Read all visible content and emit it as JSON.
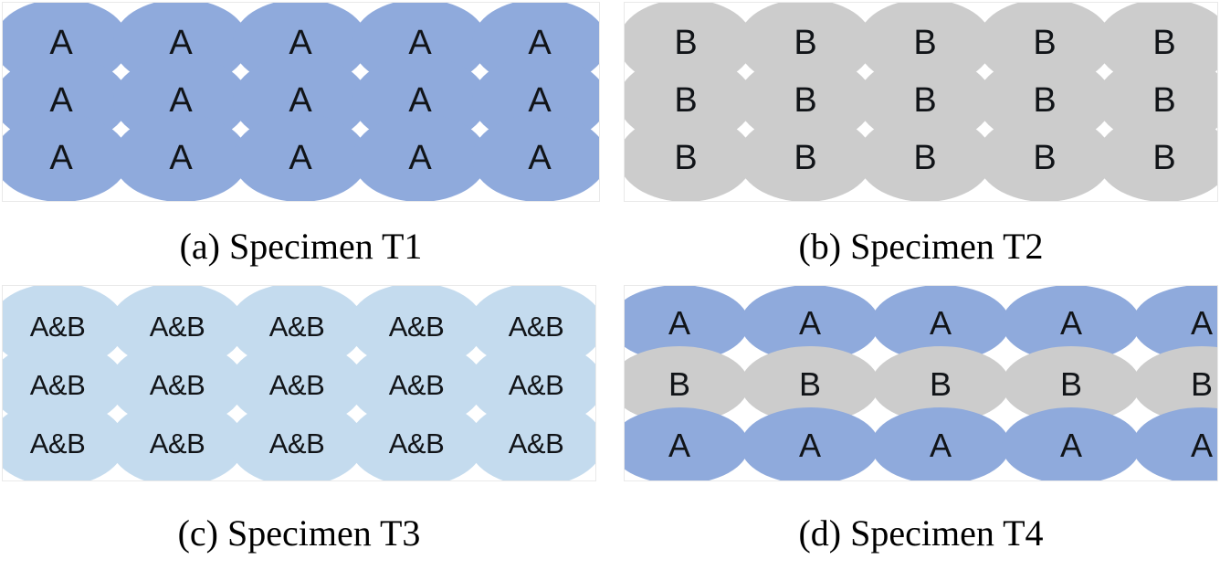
{
  "figure": {
    "panel_count": 4,
    "background_color": "#ffffff",
    "panel_border_color": "#e9e9e9"
  },
  "colors": {
    "blue": "#8FAADC",
    "gray": "#CCCCCC",
    "light_blue": "#C4DBEE",
    "text": "#111418"
  },
  "panels": [
    {
      "id": "a",
      "caption": "(a) Specimen T1",
      "columns": 5,
      "rows": 3,
      "layout": "overlapping-packed",
      "cells": [
        [
          {
            "label": "A",
            "color": "#8FAADC"
          },
          {
            "label": "A",
            "color": "#8FAADC"
          },
          {
            "label": "A",
            "color": "#8FAADC"
          },
          {
            "label": "A",
            "color": "#8FAADC"
          },
          {
            "label": "A",
            "color": "#8FAADC"
          }
        ],
        [
          {
            "label": "A",
            "color": "#8FAADC"
          },
          {
            "label": "A",
            "color": "#8FAADC"
          },
          {
            "label": "A",
            "color": "#8FAADC"
          },
          {
            "label": "A",
            "color": "#8FAADC"
          },
          {
            "label": "A",
            "color": "#8FAADC"
          }
        ],
        [
          {
            "label": "A",
            "color": "#8FAADC"
          },
          {
            "label": "A",
            "color": "#8FAADC"
          },
          {
            "label": "A",
            "color": "#8FAADC"
          },
          {
            "label": "A",
            "color": "#8FAADC"
          },
          {
            "label": "A",
            "color": "#8FAADC"
          }
        ]
      ]
    },
    {
      "id": "b",
      "caption": "(b) Specimen T2",
      "columns": 5,
      "rows": 3,
      "layout": "overlapping-packed",
      "cells": [
        [
          {
            "label": "B",
            "color": "#CCCCCC"
          },
          {
            "label": "B",
            "color": "#CCCCCC"
          },
          {
            "label": "B",
            "color": "#CCCCCC"
          },
          {
            "label": "B",
            "color": "#CCCCCC"
          },
          {
            "label": "B",
            "color": "#CCCCCC"
          }
        ],
        [
          {
            "label": "B",
            "color": "#CCCCCC"
          },
          {
            "label": "B",
            "color": "#CCCCCC"
          },
          {
            "label": "B",
            "color": "#CCCCCC"
          },
          {
            "label": "B",
            "color": "#CCCCCC"
          },
          {
            "label": "B",
            "color": "#CCCCCC"
          }
        ],
        [
          {
            "label": "B",
            "color": "#CCCCCC"
          },
          {
            "label": "B",
            "color": "#CCCCCC"
          },
          {
            "label": "B",
            "color": "#CCCCCC"
          },
          {
            "label": "B",
            "color": "#CCCCCC"
          },
          {
            "label": "B",
            "color": "#CCCCCC"
          }
        ]
      ]
    },
    {
      "id": "c",
      "caption": "(c) Specimen T3",
      "columns": 5,
      "rows": 3,
      "layout": "overlapping-packed",
      "cells": [
        [
          {
            "label": "A&B",
            "color": "#C4DBEE"
          },
          {
            "label": "A&B",
            "color": "#C4DBEE"
          },
          {
            "label": "A&B",
            "color": "#C4DBEE"
          },
          {
            "label": "A&B",
            "color": "#C4DBEE"
          },
          {
            "label": "A&B",
            "color": "#C4DBEE"
          }
        ],
        [
          {
            "label": "A&B",
            "color": "#C4DBEE"
          },
          {
            "label": "A&B",
            "color": "#C4DBEE"
          },
          {
            "label": "A&B",
            "color": "#C4DBEE"
          },
          {
            "label": "A&B",
            "color": "#C4DBEE"
          },
          {
            "label": "A&B",
            "color": "#C4DBEE"
          }
        ],
        [
          {
            "label": "A&B",
            "color": "#C4DBEE"
          },
          {
            "label": "A&B",
            "color": "#C4DBEE"
          },
          {
            "label": "A&B",
            "color": "#C4DBEE"
          },
          {
            "label": "A&B",
            "color": "#C4DBEE"
          },
          {
            "label": "A&B",
            "color": "#C4DBEE"
          }
        ]
      ]
    },
    {
      "id": "d",
      "caption": "(d) Specimen T4",
      "columns": 5,
      "rows": 3,
      "layout": "stacked-rows",
      "cells": [
        [
          {
            "label": "A",
            "color": "#8FAADC"
          },
          {
            "label": "A",
            "color": "#8FAADC"
          },
          {
            "label": "A",
            "color": "#8FAADC"
          },
          {
            "label": "A",
            "color": "#8FAADC"
          },
          {
            "label": "A",
            "color": "#8FAADC"
          }
        ],
        [
          {
            "label": "B",
            "color": "#CCCCCC"
          },
          {
            "label": "B",
            "color": "#CCCCCC"
          },
          {
            "label": "B",
            "color": "#CCCCCC"
          },
          {
            "label": "B",
            "color": "#CCCCCC"
          },
          {
            "label": "B",
            "color": "#CCCCCC"
          }
        ],
        [
          {
            "label": "A",
            "color": "#8FAADC"
          },
          {
            "label": "A",
            "color": "#8FAADC"
          },
          {
            "label": "A",
            "color": "#8FAADC"
          },
          {
            "label": "A",
            "color": "#8FAADC"
          },
          {
            "label": "A",
            "color": "#8FAADC"
          }
        ]
      ]
    }
  ]
}
